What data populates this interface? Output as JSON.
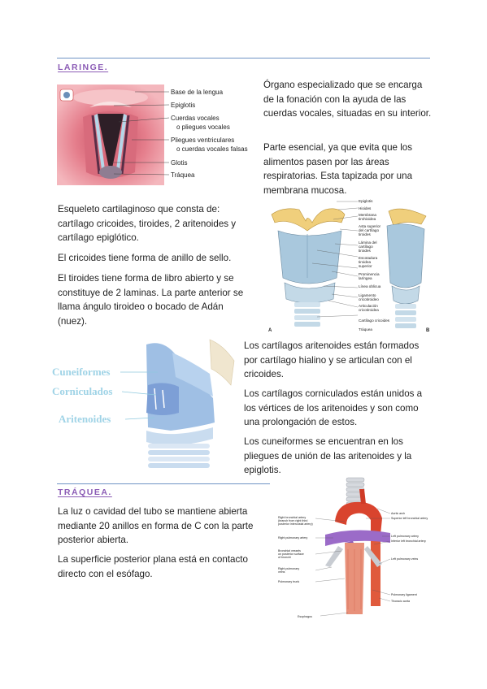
{
  "laringe": {
    "heading": "LARINGE.",
    "intro_1": "Órgano especializado que se encarga de la fonación con la ayuda de las cuerdas vocales, situadas en su interior.",
    "intro_2": "Parte esencial, ya que evita que los alimentos pasen por las áreas respiratorias. Esta tapizada por una membrana mucosa.",
    "skeleton": "Esqueleto cartilaginoso que consta de: cartílago cricoides, tiroides, 2 aritenoides y cartílago epiglótico.",
    "cricoides": "El cricoides tiene forma de anillo de sello.",
    "tiroides": "El tiroides tiene forma de libro abierto y se constituye de 2 laminas. La parte anterior se llama ángulo tiroideo o bocado de Adán (nuez).",
    "aritenoides": "Los cartílagos aritenoides están formados por cartílago hialino y se articulan con el cricoides.",
    "corniculados": "Los cartílagos corniculados están unidos a los vértices de los aritenoides y son como una prolongación de estos.",
    "cuneiformes": "Los cuneiformes se encuentran en los pliegues de unión de las aritenoides y la epiglotis."
  },
  "figure_glottis": {
    "labels": [
      "Base de la lengua",
      "Epiglotis",
      "Cuerdas vocales",
      "o pliegues vocales",
      "Pliegues ventriculares",
      "o cuerdas vocales falsas",
      "Glotis",
      "Tráquea"
    ]
  },
  "figure_cartilages": {
    "labels": [
      "Epiglotis",
      "Hioides",
      "Membrana",
      "tirohioidea",
      "Asta superior",
      "del cartílago",
      "tiroides",
      "Lámina del",
      "cartílago",
      "tiroides",
      "Escotadura",
      "tiroidea",
      "superior",
      "Prominencia",
      "laríngea",
      "Línea oblicua",
      "Ligamento",
      "cricotiroideo",
      "Articulación",
      "cricotiroidea",
      "Cartílago cricoides",
      "Tráquea"
    ],
    "panel_a": "A",
    "panel_b": "B"
  },
  "figure_small_cartilages": {
    "labels": [
      "Cuneiformes",
      "Corniculados",
      "Aritenoides"
    ]
  },
  "traquea": {
    "heading": "TRÁQUEA.",
    "para_1": "La luz o cavidad del tubo se mantiene abierta mediante 20 anillos en forma de C con la parte posterior abierta.",
    "para_2": "La superficie posterior plana está en contacto directo con el esófago."
  },
  "figure_trachea": {
    "labels": [
      "Right bronchial artery",
      "(branch from right third",
      "posterior intercostal artery)",
      "Right pulmonary artery",
      "Bronchial vessels",
      "on posterior surface",
      "of bronchi",
      "Right pulmonary",
      "veins",
      "Pulmonary trunk",
      "Esophagus",
      "Aortic arch",
      "Superior left bronchial artery",
      "Left pulmonary artery",
      "Inferior left bronchial artery",
      "Left pulmonary veins",
      "Pulmonary ligament",
      "Thoracic aorta"
    ]
  },
  "colors": {
    "heading": "#8b5bb5",
    "rule": "#6f93c4"
  }
}
